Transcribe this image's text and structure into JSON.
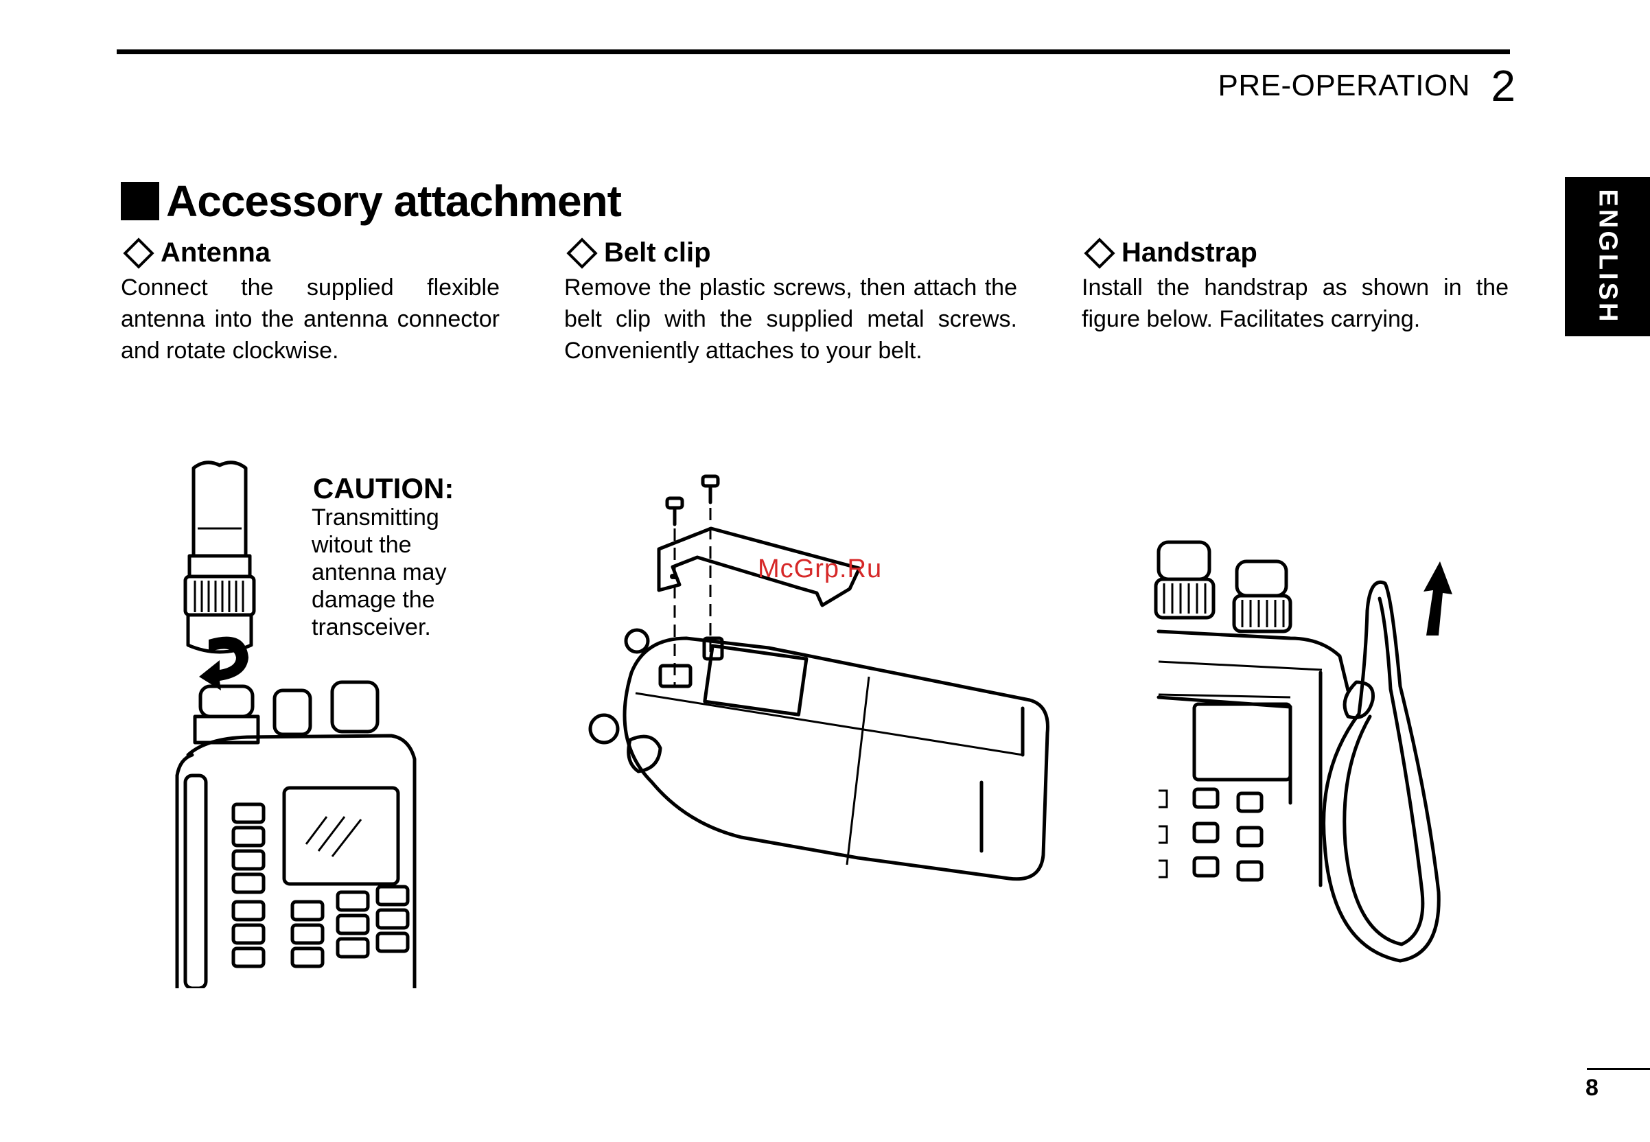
{
  "header": {
    "section_title": "PRE-OPERATION",
    "section_number": "2"
  },
  "side_tab": {
    "label": "ENGLISH"
  },
  "main_title": "Accessory attachment",
  "sections": [
    {
      "title": "Antenna",
      "body": "Connect the supplied flexible antenna into the antenna connector and rotate clockwise."
    },
    {
      "title": "Belt clip",
      "body": "Remove the plastic screws, then attach the belt clip with the supplied metal screws.  Conveniently attaches to your belt."
    },
    {
      "title": "Handstrap",
      "body": "Install the handstrap as shown in the figure below.  Facilitates carrying."
    }
  ],
  "caution": {
    "title": "CAUTION:",
    "body": "Transmitting witout the antenna may damage the transceiver."
  },
  "watermark": "McGrp.Ru",
  "page_number": "8"
}
